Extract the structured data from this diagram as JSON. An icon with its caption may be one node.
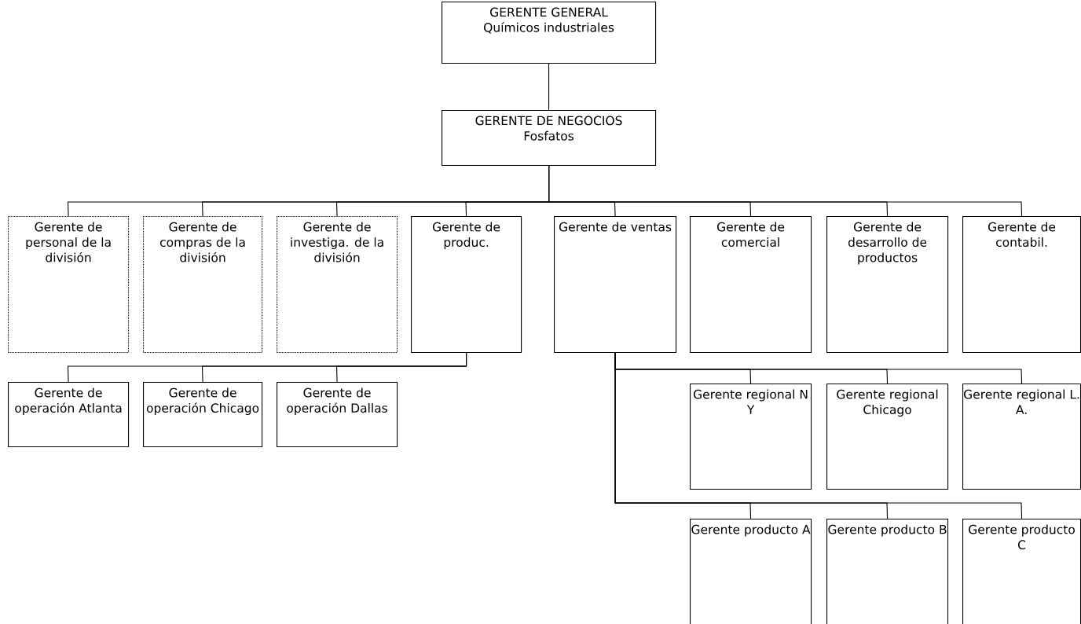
{
  "diagram": {
    "nodes": [
      {
        "text": [
          "GERENTE GENERAL",
          "Químicos industriales"
        ]
      },
      {
        "text": [
          "GERENTE DE NEGOCIOS",
          "Fosfatos"
        ]
      },
      {
        "text": [
          "Gerente de personal de la división"
        ]
      },
      {
        "text": [
          "Gerente de compras de la división"
        ]
      },
      {
        "text": [
          "Gerente de investiga. de la división"
        ]
      },
      {
        "text": [
          "Gerente de produc."
        ]
      },
      {
        "text": [
          "Gerente de ventas"
        ]
      },
      {
        "text": [
          "Gerente de comercial"
        ]
      },
      {
        "text": [
          "Gerente de desarrollo de productos"
        ]
      },
      {
        "text": [
          "Gerente de contabil."
        ]
      },
      {
        "text": [
          "Gerente de operación Atlanta"
        ]
      },
      {
        "text": [
          "Gerente de operación Chicago"
        ]
      },
      {
        "text": [
          "Gerente de operación Dallas"
        ]
      },
      {
        "text": [
          "Gerente regional N Y"
        ]
      },
      {
        "text": [
          "Gerente regional Chicago"
        ]
      },
      {
        "text": [
          "Gerente regional L. A."
        ]
      },
      {
        "text": [
          "Gerente producto A"
        ]
      },
      {
        "text": [
          "Gerente producto B"
        ]
      },
      {
        "text": [
          "Gerente producto C"
        ]
      }
    ],
    "edges": [
      {
        "from": 0,
        "to": 1,
        "arrow": "none"
      },
      {
        "from": 1,
        "to": 2,
        "arrow": "none"
      },
      {
        "from": 1,
        "to": 3,
        "arrow": "none"
      },
      {
        "from": 1,
        "to": 4,
        "arrow": "none"
      },
      {
        "from": 1,
        "to": 5,
        "arrow": "none"
      },
      {
        "from": 1,
        "to": 6,
        "arrow": "none"
      },
      {
        "from": 1,
        "to": 7,
        "arrow": "none"
      },
      {
        "from": 1,
        "to": 8,
        "arrow": "none"
      },
      {
        "from": 1,
        "to": 9,
        "arrow": "none"
      },
      {
        "from": 5,
        "to": 10,
        "arrow": "none"
      },
      {
        "from": 5,
        "to": 11,
        "arrow": "none"
      },
      {
        "from": 5,
        "to": 12,
        "arrow": "none"
      },
      {
        "from": 6,
        "to": 13,
        "arrow": "none"
      },
      {
        "from": 6,
        "to": 14,
        "arrow": "none"
      },
      {
        "from": 6,
        "to": 15,
        "arrow": "none"
      },
      {
        "from": 6,
        "to": 16,
        "arrow": "none"
      },
      {
        "from": 6,
        "to": 17,
        "arrow": "none"
      },
      {
        "from": 6,
        "to": 18,
        "arrow": "none"
      }
    ]
  }
}
